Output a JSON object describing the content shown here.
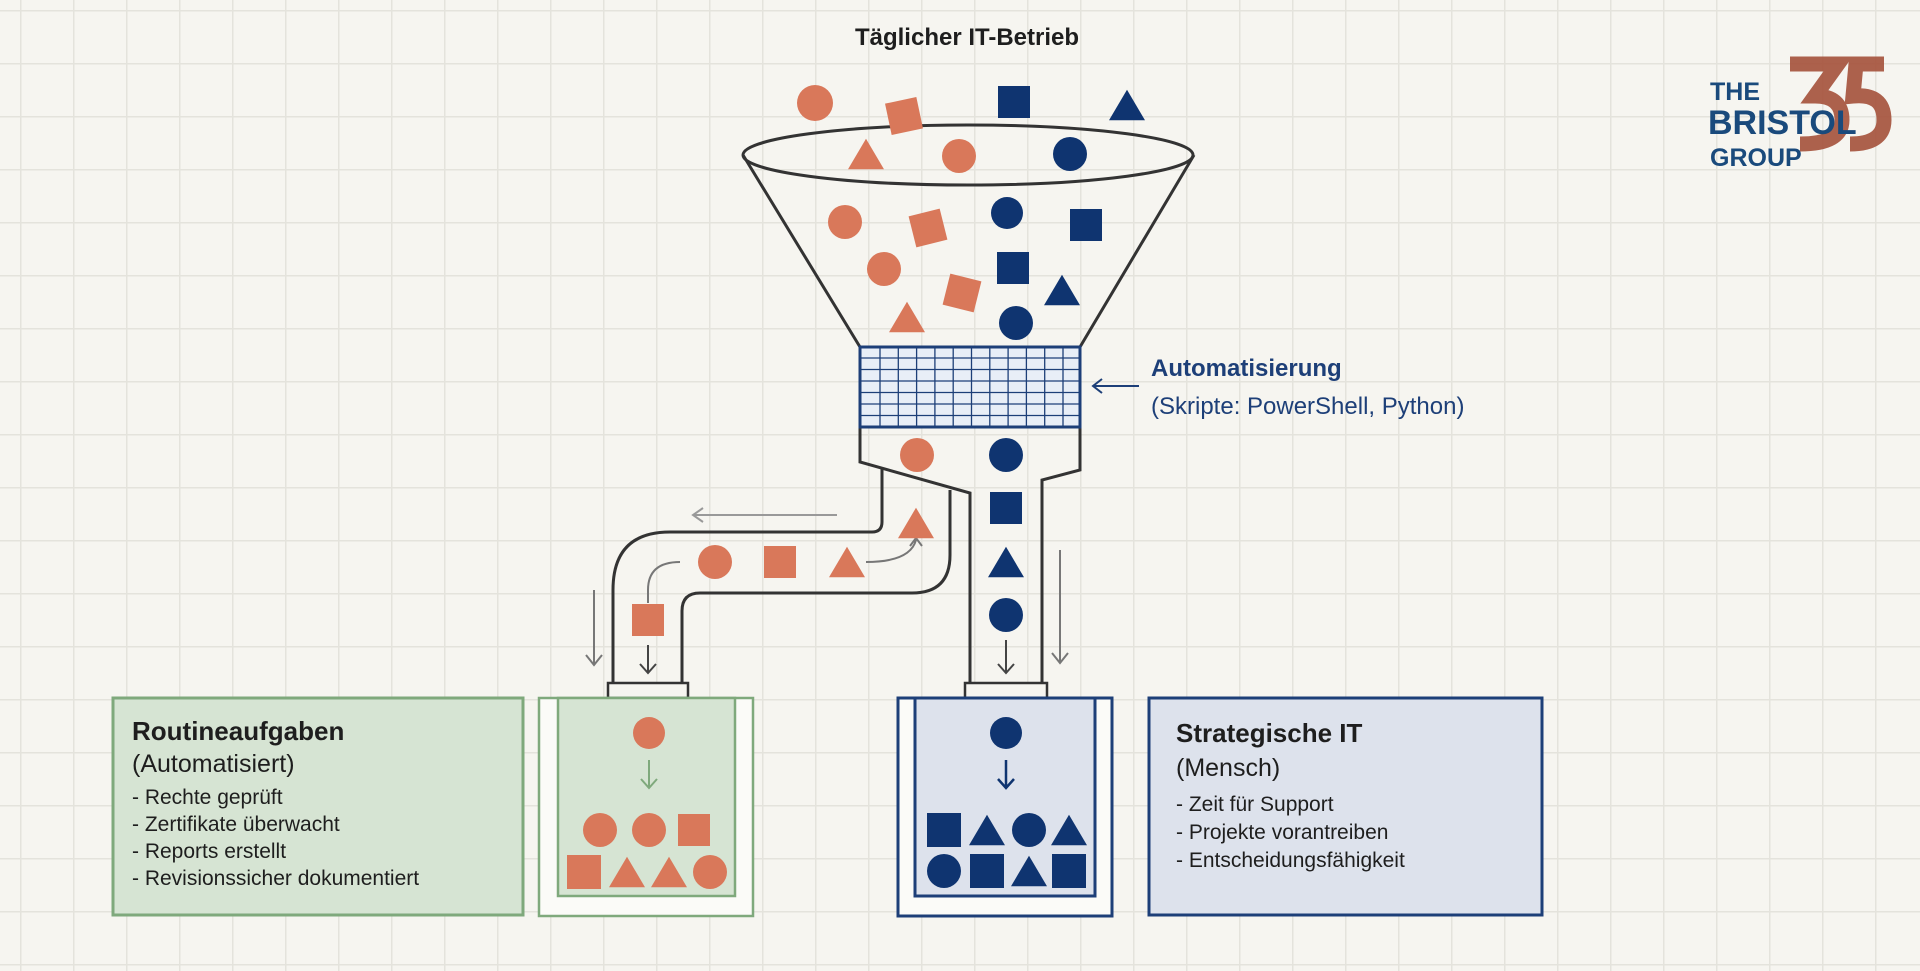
{
  "title": "Täglicher IT-Betrieb",
  "automation": {
    "label": "Automatisierung",
    "sublabel": "(Skripte: PowerShell, Python)"
  },
  "routine": {
    "title": "Routineaufgaben",
    "subtitle": "(Automatisiert)",
    "items": [
      "- Rechte geprüft",
      "- Zertifikate überwacht",
      "- Reports erstellt",
      "- Revisionssicher dokumentiert"
    ]
  },
  "strategic": {
    "title": "Strategische IT",
    "subtitle": "(Mensch)",
    "items": [
      "- Zeit für Support",
      "- Projekte vorantreiben",
      "- Entscheidungsfähigkeit"
    ]
  },
  "logo": {
    "line1": "THE",
    "line2": "BRISTOL",
    "line3": "GROUP",
    "number": "35"
  },
  "colors": {
    "orange": "#d9785a",
    "navy": "#0f3470",
    "green_box": "#d6e4d3",
    "green_border": "#7fa97c",
    "blue_box": "#dde2ec",
    "blue_border": "#1d3f78",
    "brick": "#a5513b"
  }
}
